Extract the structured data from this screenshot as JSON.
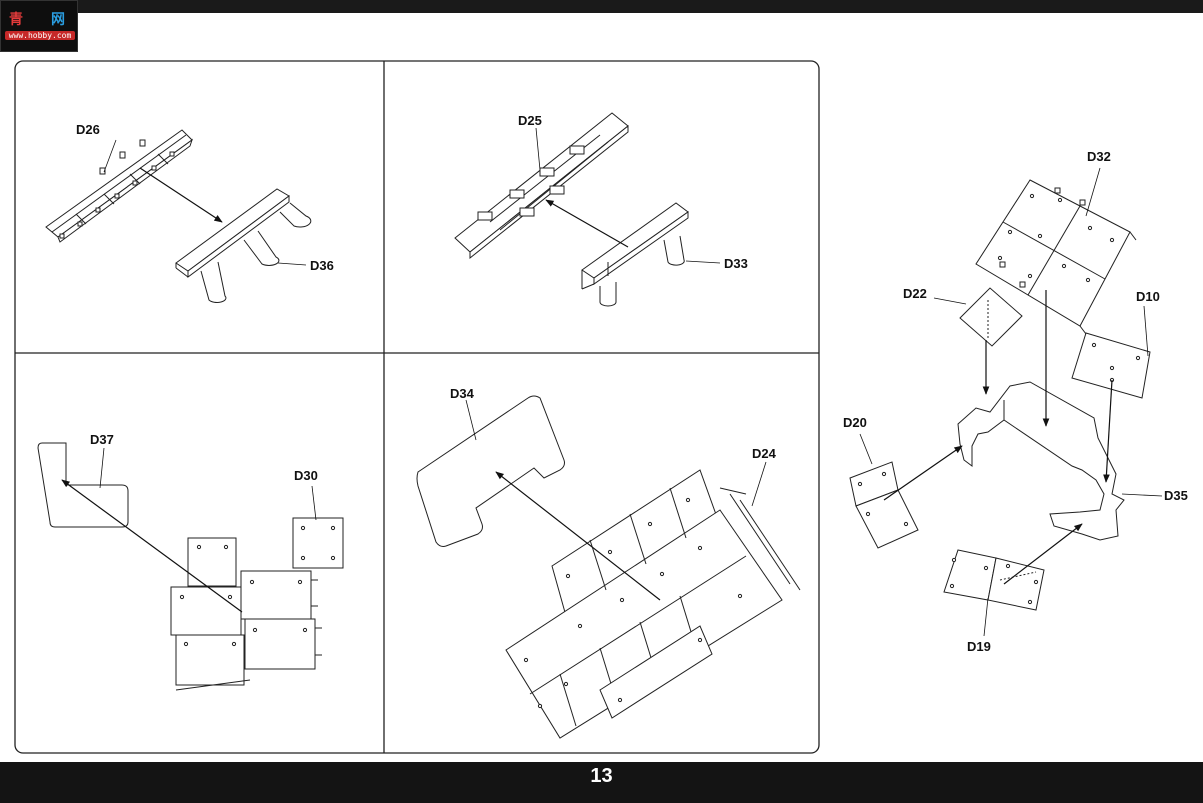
{
  "logo": {
    "glyph_left": "青",
    "glyph_right": "网",
    "url": "www.hobby.com"
  },
  "page_number": "13",
  "panels": {
    "p1": {
      "labels": [
        "D26",
        "D36"
      ]
    },
    "p2": {
      "labels": [
        "D25",
        "D33"
      ]
    },
    "p3": {
      "labels": [
        "D37",
        "D30"
      ]
    },
    "p4": {
      "labels": [
        "D34",
        "D24"
      ]
    },
    "right": {
      "labels": [
        "D32",
        "D22",
        "D10",
        "D20",
        "D35",
        "D19"
      ]
    }
  }
}
